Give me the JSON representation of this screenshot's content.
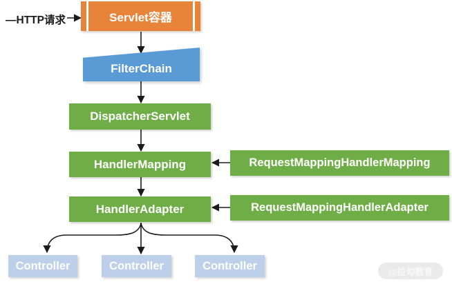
{
  "diagram": {
    "http_label": "—HTTP请求",
    "nodes": {
      "servlet_container": "Servlet容器",
      "filter_chain": "FilterChain",
      "dispatcher_servlet": "DispatcherServlet",
      "handler_mapping": "HandlerMapping",
      "request_mapping_handler_mapping": "RequestMappingHandlerMapping",
      "handler_adapter": "HandlerAdapter",
      "request_mapping_handler_adapter": "RequestMappingHandlerAdapter",
      "controllers": [
        "Controller",
        "Controller",
        "Controller"
      ]
    },
    "watermark": "@拉勾教育",
    "colors": {
      "servlet_container": "#E8833A",
      "filter_chain": "#5B9BD5",
      "handler_boxes": "#6FAE46",
      "controller_boxes": "#BDCFE9",
      "arrows": "#1a1a1a",
      "watermark_bg": "#EAEAEA"
    }
  }
}
